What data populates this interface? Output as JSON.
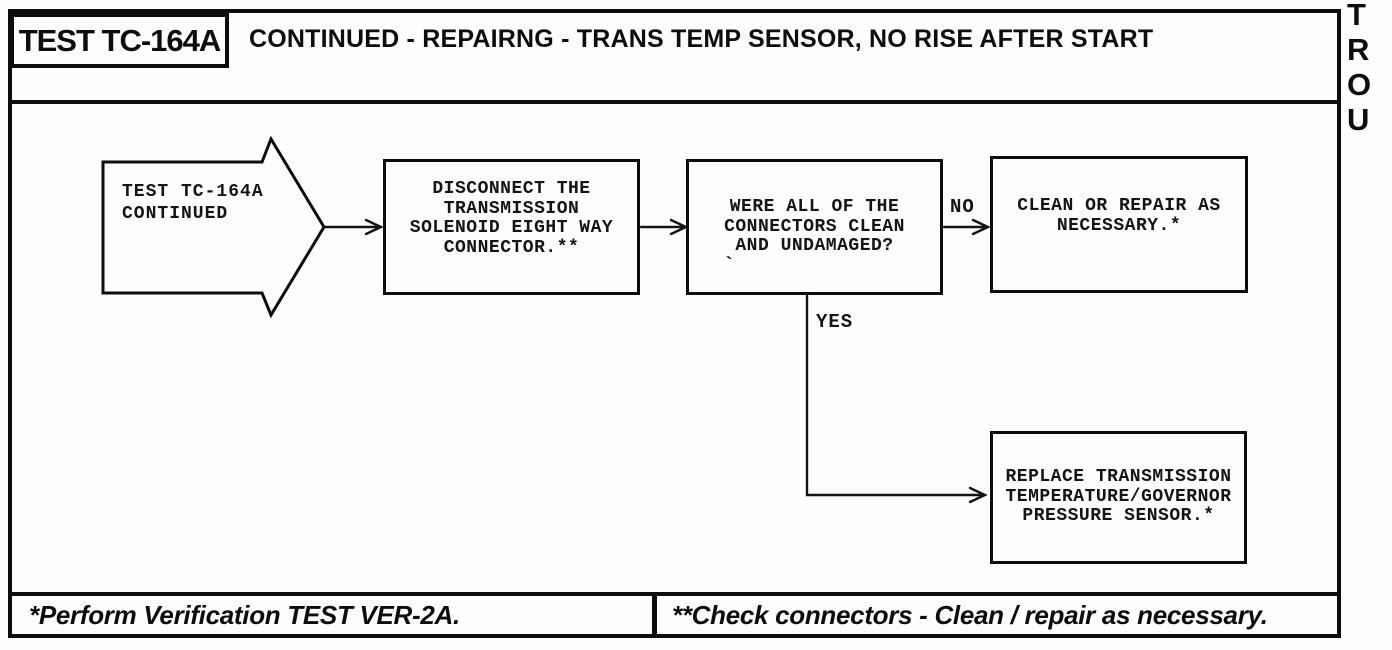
{
  "header": {
    "test_id": "TEST TC-164A",
    "title": "CONTINUED - REPAIRNG - TRANS TEMP SENSOR, NO RISE AFTER START"
  },
  "side_label": {
    "letters": [
      "T",
      "R",
      "O",
      "U"
    ]
  },
  "flowchart": {
    "entry_label": "TEST TC-164A\nCONTINUED",
    "step_disconnect": "DISCONNECT THE\nTRANSMISSION\nSOLENOID EIGHT WAY\nCONNECTOR.**",
    "question_connectors": "WERE ALL OF THE\nCONNECTORS CLEAN\nAND UNDAMAGED?",
    "no_label": "NO",
    "yes_label": "YES",
    "action_clean": "CLEAN OR REPAIR AS\nNECESSARY.*",
    "action_replace": "REPLACE TRANSMISSION\nTEMPERATURE/GOVERNOR\nPRESSURE SENSOR.*",
    "artifact_mark": "`"
  },
  "footnotes": {
    "left": "*Perform Verification TEST VER-2A.",
    "right": "**Check connectors - Clean / repair as necessary."
  },
  "colors": {
    "ink": "#0d0d0d",
    "paper": "#fdfdfc"
  }
}
